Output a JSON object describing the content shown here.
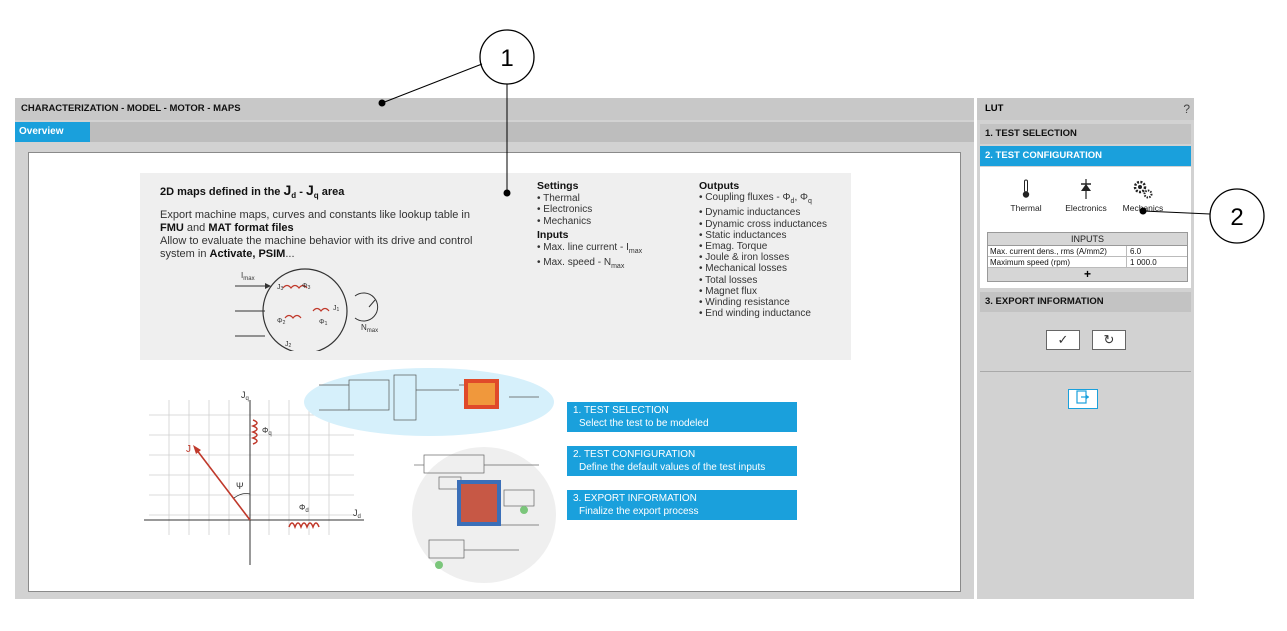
{
  "main": {
    "header_title": "CHARACTERIZATION - MODEL - MOTOR - MAPS",
    "tab_overview": "Overview",
    "overview": {
      "title_prefix": "2D maps defined in the",
      "title_sym_1": "J",
      "title_sub_1": "d",
      "title_dash": " - ",
      "title_sym_2": "J",
      "title_sub_2": "q",
      "title_suffix": "area",
      "desc_1": "Export machine maps, curves and constants like lookup table in",
      "desc_fmu": "FMU",
      "desc_and": "and",
      "desc_mat": "MAT format files",
      "desc_2": "Allow to evaluate the machine behavior with its drive and control system in",
      "desc_tools": "Activate, PSIM",
      "desc_ellipsis": "...",
      "settings_head": "Settings",
      "settings_items": [
        "Thermal",
        "Electronics",
        "Mechanics"
      ],
      "inputs_head": "Inputs",
      "inputs_items": [
        "Max. line current - I",
        "Max. speed - N"
      ],
      "inputs_subs": [
        "max",
        "max"
      ],
      "outputs_head": "Outputs",
      "outputs_first_prefix": "Coupling fluxes - Φ",
      "outputs_first_sub_d": "d",
      "outputs_first_sep": ", Φ",
      "outputs_first_sub_q": "q",
      "outputs_items": [
        "Dynamic inductances",
        "Dynamic cross inductances",
        "Static inductances",
        "Emag. Torque",
        "Joule & iron losses",
        "Mechanical losses",
        "Total losses",
        "Magnet flux",
        "Winding resistance",
        "End winding inductance"
      ],
      "motor_labels": {
        "imax": "I",
        "imax_sub": "max",
        "nmax": "N",
        "nmax_sub": "max",
        "phi3": "Φ",
        "phi3_sub": "3",
        "phi2": "Φ",
        "phi2_sub": "2",
        "phi1": "Φ",
        "phi1_sub": "1",
        "j1": "J",
        "j1_sub": "1",
        "j2": "J",
        "j2_sub": "2",
        "j3": "J",
        "j3_sub": "3"
      },
      "vector_labels": {
        "jq": "J",
        "jq_sub": "q",
        "jd": "J",
        "jd_sub": "d",
        "j": "J",
        "psi": "Ψ",
        "phiq": "Φ",
        "phiq_sub": "q",
        "phid": "Φ",
        "phid_sub": "d"
      },
      "steps": [
        {
          "title": "1. TEST SELECTION",
          "subtitle": "Select the test to be modeled"
        },
        {
          "title": "2. TEST CONFIGURATION",
          "subtitle": "Define the default values of the test inputs"
        },
        {
          "title": "3. EXPORT INFORMATION",
          "subtitle": "Finalize the export process"
        }
      ]
    }
  },
  "right": {
    "header_title": "LUT",
    "help": "?",
    "sec1": "1. TEST SELECTION",
    "sec2": "2. TEST CONFIGURATION",
    "sec3": "3. EXPORT INFORMATION",
    "icons": [
      {
        "icon": "thermometer-icon",
        "label": "Thermal"
      },
      {
        "icon": "transistor-icon",
        "label": "Electronics"
      },
      {
        "icon": "gears-icon",
        "label": "Mechanics"
      }
    ],
    "inputs_title": "INPUTS",
    "inputs_rows": [
      {
        "name": "Max. current dens., rms (A/mm2)",
        "value": "6.0"
      },
      {
        "name": "Maximum speed (rpm)",
        "value": "1 000.0"
      }
    ],
    "add_label": "+",
    "accept_glyph": "✓",
    "reset_glyph": "↻"
  },
  "callouts": [
    "1",
    "2"
  ],
  "colors": {
    "accent": "#1aa0dc",
    "panel": "#d2d2d2",
    "header": "#c8c8c8"
  }
}
